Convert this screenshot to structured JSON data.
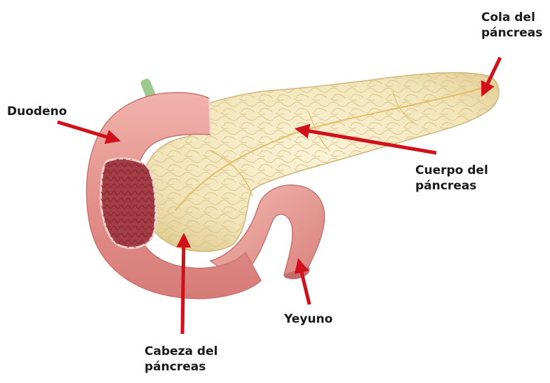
{
  "labels": {
    "duodeno": "Duodeno",
    "cola": [
      "Cola del",
      "páncreas"
    ],
    "cuerpo": [
      "Cuerpo del",
      "páncreas"
    ],
    "yeyuno": "Yeyuno",
    "cabeza": [
      "Cabeza del",
      "páncreas"
    ]
  },
  "colors": {
    "arrow": "#d0101a",
    "pancreas": "#f6ecc8",
    "duodenum": "#e89a94",
    "duodenum_inner": "#a33c45",
    "duct": "#9cc98c"
  }
}
